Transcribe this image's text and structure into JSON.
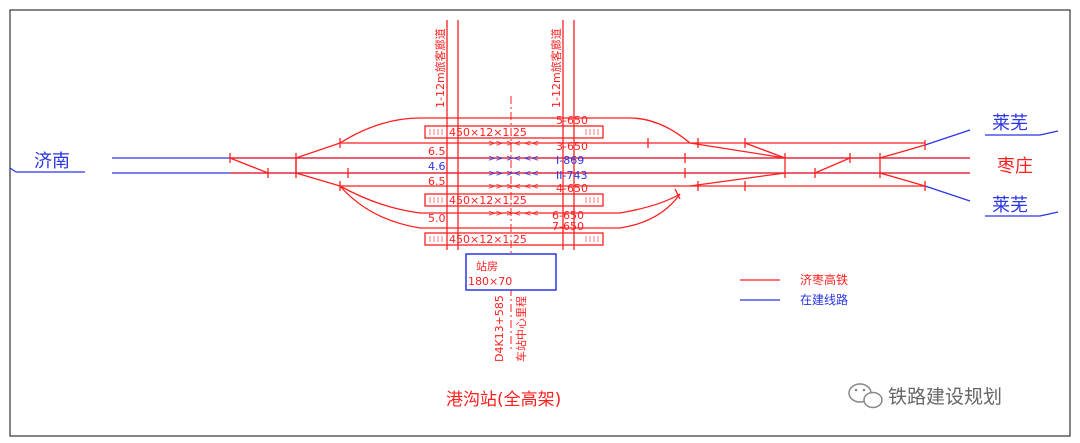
{
  "stations": {
    "left": "济南",
    "right_top": "莱芜",
    "right_mid": "枣庄",
    "right_bottom": "莱芜"
  },
  "overpasses": [
    "1-12m旅客廊道",
    "1-12m旅客廊道"
  ],
  "tracks": {
    "t5": "5-650",
    "t3": "3-650",
    "t1": "I-869",
    "t2": "II-743",
    "t4": "4-650",
    "t6": "6-650",
    "t7": "7-650"
  },
  "spacings": [
    "6.5",
    "4.6",
    "6.5",
    "5.0"
  ],
  "platforms": [
    "450×12×1.25",
    "450×12×1.25",
    "450×12×1.25"
  ],
  "station_house": {
    "name": "站房",
    "size": "180×70"
  },
  "center_mileage": {
    "value": "D4K13+585",
    "label": "车站中心里程"
  },
  "station_title": "港沟站(全高架)",
  "legend": [
    {
      "label": "济枣高铁",
      "color": "#ff1f1f"
    },
    {
      "label": "在建线路",
      "color": "#2a35e6"
    }
  ],
  "watermark": "铁路建设规划",
  "colors": {
    "red": "#ff1f1f",
    "blue": "#2a35e6"
  }
}
